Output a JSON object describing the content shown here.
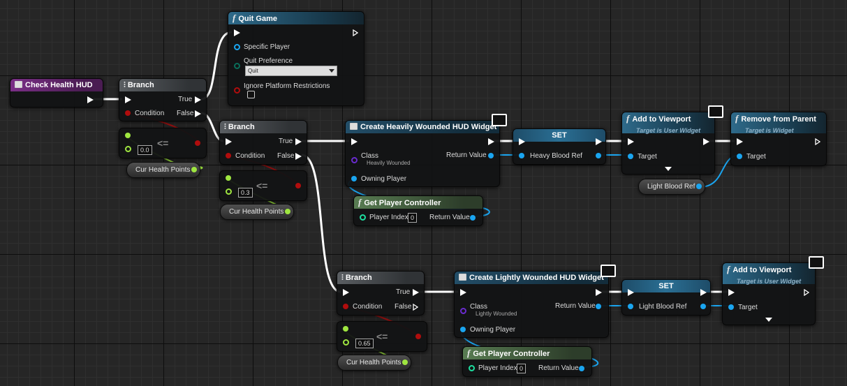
{
  "nodes": {
    "event": {
      "title": "Check Health HUD"
    },
    "quit_game": {
      "title": "Quit Game",
      "specific_player": "Specific Player",
      "quit_preference": "Quit Preference",
      "quit_preference_value": "Quit",
      "ignore_platform": "Ignore Platform Restrictions"
    },
    "branch1": {
      "title": "Branch",
      "true": "True",
      "false": "False",
      "condition": "Condition"
    },
    "branch2": {
      "title": "Branch",
      "true": "True",
      "false": "False",
      "condition": "Condition"
    },
    "branch3": {
      "title": "Branch",
      "true": "True",
      "false": "False",
      "condition": "Condition"
    },
    "compare1": {
      "op": "<=",
      "value": "0.0"
    },
    "compare2": {
      "op": "<=",
      "value": "0.3"
    },
    "compare3": {
      "op": "<=",
      "value": "0.65"
    },
    "health1": {
      "label": "Cur Health Points"
    },
    "health2": {
      "label": "Cur Health Points"
    },
    "health3": {
      "label": "Cur Health Points"
    },
    "create_heavy": {
      "title": "Create Heavily Wounded HUD Widget",
      "class": "Class",
      "class_value": "Heavily Wounded",
      "return_value": "Return Value",
      "owning_player": "Owning Player"
    },
    "create_light": {
      "title": "Create Lightly Wounded HUD Widget",
      "class": "Class",
      "class_value": "Lightly Wounded",
      "return_value": "Return Value",
      "owning_player": "Owning Player"
    },
    "gpc1": {
      "title": "Get Player Controller",
      "player_index": "Player Index",
      "player_index_value": "0",
      "return_value": "Return Value"
    },
    "gpc2": {
      "title": "Get Player Controller",
      "player_index": "Player Index",
      "player_index_value": "0",
      "return_value": "Return Value"
    },
    "set1": {
      "title": "SET",
      "var": "Heavy Blood Ref"
    },
    "set2": {
      "title": "SET",
      "var": "Light Blood Ref"
    },
    "add_viewport1": {
      "title": "Add to Viewport",
      "subtitle": "Target is User Widget",
      "target": "Target"
    },
    "add_viewport2": {
      "title": "Add to Viewport",
      "subtitle": "Target is User Widget",
      "target": "Target"
    },
    "remove_parent": {
      "title": "Remove from Parent",
      "subtitle": "Target is Widget",
      "target": "Target"
    },
    "light_ref": {
      "label": "Light Blood Ref"
    }
  },
  "colors": {
    "exec": "#ffffff",
    "bool": "#b00d0d",
    "float": "#9fe640",
    "object": "#1aa5f0",
    "class": "#6a2bd0",
    "int": "#1de0a0"
  }
}
